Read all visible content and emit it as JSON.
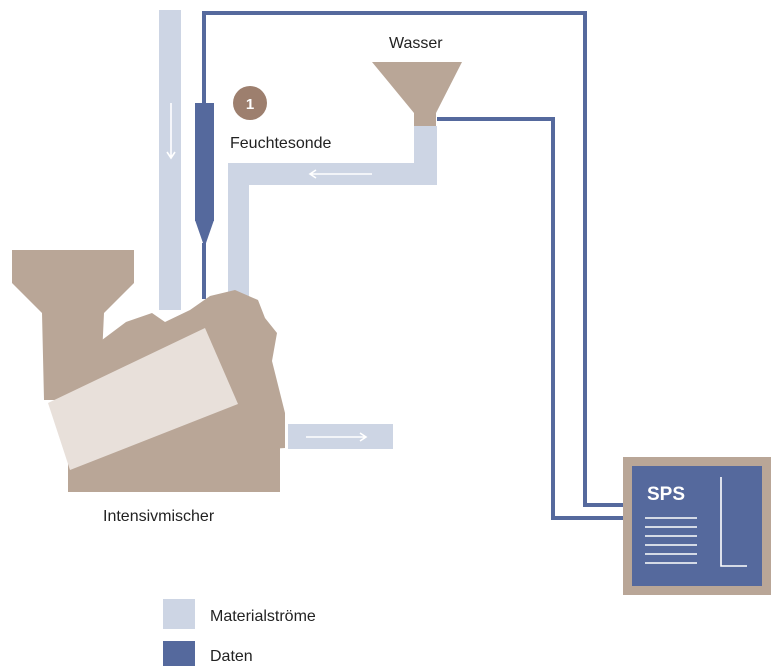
{
  "labels": {
    "water": "Wasser",
    "probe": "Feuchtesonde",
    "mixer": "Intensivmischer",
    "plc": "SPS"
  },
  "badge": {
    "number": "1"
  },
  "legend": [
    {
      "label": "Materialströme",
      "color": "#cdd5e4"
    },
    {
      "label": "Daten",
      "color": "#55699d"
    }
  ],
  "colors": {
    "material_flow": "#cdd5e4",
    "data": "#55699d",
    "machine": "#b9a697",
    "machine_light": "#e8e0da",
    "badge": "#9d7f6e",
    "plc_frame": "#b9a697",
    "plc_screen": "#55699d"
  }
}
